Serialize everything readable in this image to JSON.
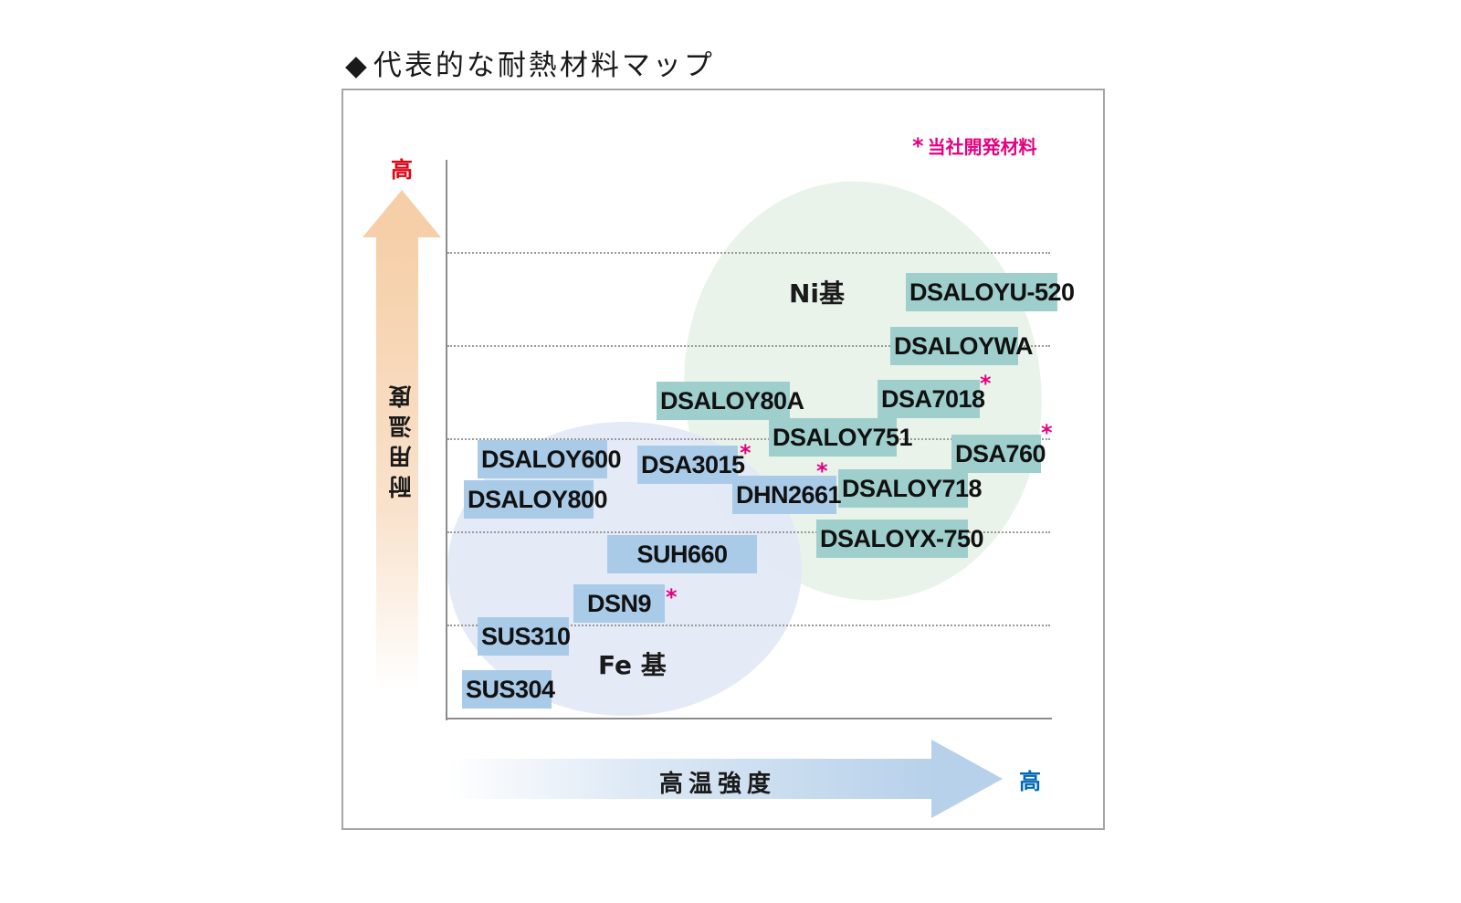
{
  "title": {
    "marker": "◆",
    "text": "代表的な耐熱材料マップ"
  },
  "legend": {
    "symbol": "*",
    "text": "当社開発材料",
    "color": "#e4007f"
  },
  "axes": {
    "y": {
      "label": "耐用温度",
      "high_label": "高",
      "high_color": "#e60012"
    },
    "x": {
      "label": "高温強度",
      "high_label": "高",
      "high_color": "#0068b7"
    }
  },
  "groups": {
    "ni": {
      "label": "Ni基",
      "color": "#e9f3ea"
    },
    "fe": {
      "label": "Fe 基",
      "color": "#e3e8f6"
    }
  },
  "materials": [
    {
      "name": "DSALOYU-520",
      "group": "Ni",
      "own": false
    },
    {
      "name": "DSALOYWA",
      "group": "Ni",
      "own": false
    },
    {
      "name": "DSALOY80A",
      "group": "Ni",
      "own": false
    },
    {
      "name": "DSA7018",
      "group": "Ni",
      "own": true
    },
    {
      "name": "DSALOY751",
      "group": "Ni",
      "own": false
    },
    {
      "name": "DSA760",
      "group": "Ni",
      "own": true
    },
    {
      "name": "DSALOY718",
      "group": "Ni",
      "own": false
    },
    {
      "name": "DSALOYX-750",
      "group": "Ni",
      "own": false
    },
    {
      "name": "DSALOY600",
      "group": "Fe",
      "own": false
    },
    {
      "name": "DSALOY800",
      "group": "Fe",
      "own": false
    },
    {
      "name": "DSA3015",
      "group": "Fe",
      "own": true
    },
    {
      "name": "DHN2661",
      "group": "Fe",
      "own": true
    },
    {
      "name": "SUH660",
      "group": "Fe",
      "own": false
    },
    {
      "name": "DSN9",
      "group": "Fe",
      "own": true
    },
    {
      "name": "SUS310",
      "group": "Fe",
      "own": false
    },
    {
      "name": "SUS304",
      "group": "Fe",
      "own": false
    }
  ],
  "colors": {
    "fe_box": "#a9cbe8",
    "ni_box": "#9fcfcd",
    "y_arrow": "#f6cfa8",
    "x_arrow": "#b7d1ea"
  }
}
